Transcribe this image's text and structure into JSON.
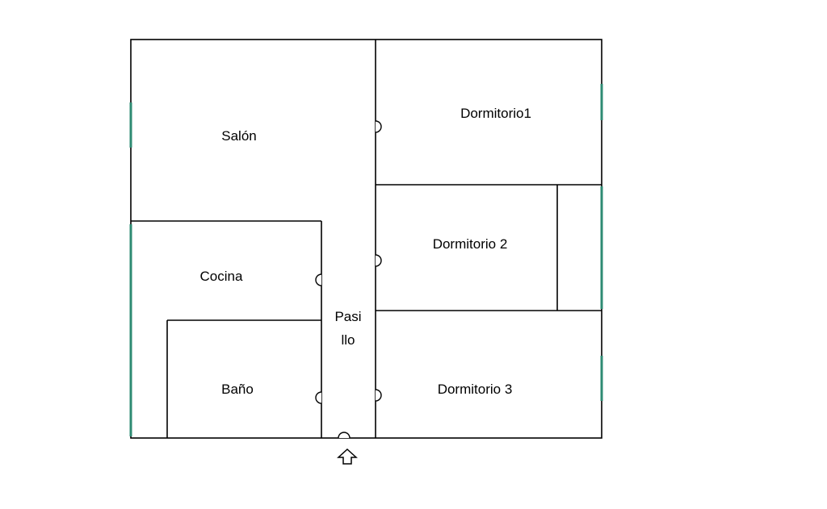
{
  "rooms": {
    "salon": "Salón",
    "dormitorio1": "Dormitorio1",
    "dormitorio2": "Dormitorio 2",
    "dormitorio3": "Dormitorio 3",
    "cocina": "Cocina",
    "bano": "Baño",
    "pasillo_line1": "Pasi",
    "pasillo_line2": "llo"
  },
  "icons": {
    "entrance": "up-arrow-icon"
  },
  "colors": {
    "walls": "#000000",
    "windows": "#2e8b73",
    "background": "#ffffff"
  }
}
